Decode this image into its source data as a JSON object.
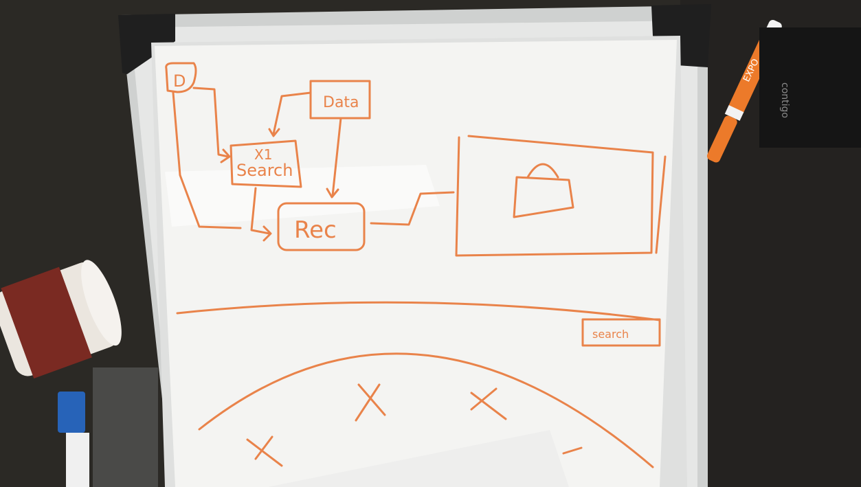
{
  "whiteboard": {
    "labels": {
      "d_node": "D",
      "data_node": "Data",
      "search_node": "Search",
      "search_prefix": "X1",
      "rec_node": "Rec",
      "search_box": "search"
    }
  },
  "objects": {
    "marker_brand": "EXPO",
    "bottle_brand": "contigo"
  },
  "colors": {
    "marker_ink": "#e9834a",
    "board": "#f2f2f0",
    "wall": "#2a2825"
  }
}
